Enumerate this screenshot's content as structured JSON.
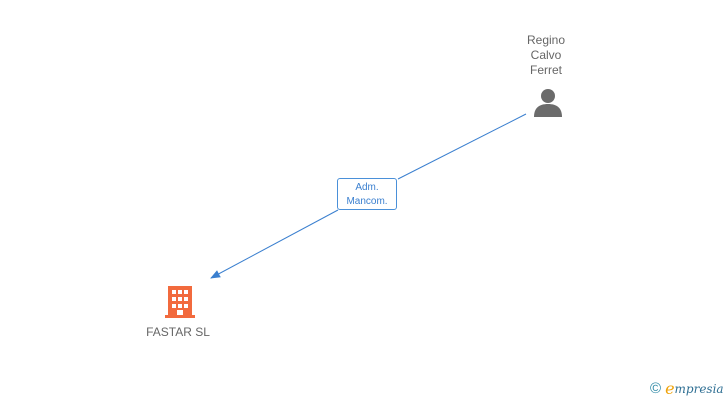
{
  "person": {
    "name_lines": [
      "Regino",
      "Calvo",
      "Ferret"
    ],
    "icon": "person-icon"
  },
  "relationship": {
    "label_lines": [
      "Adm.",
      "Mancom."
    ]
  },
  "company": {
    "name": "FASTAR SL",
    "icon": "building-icon"
  },
  "brand": {
    "copyright_symbol": "©",
    "initial": "e",
    "rest": "mpresia"
  },
  "colors": {
    "edge": "#3a7fcf",
    "company_icon": "#f26a3d",
    "person_icon": "#6b6b6b",
    "text": "#666666"
  }
}
